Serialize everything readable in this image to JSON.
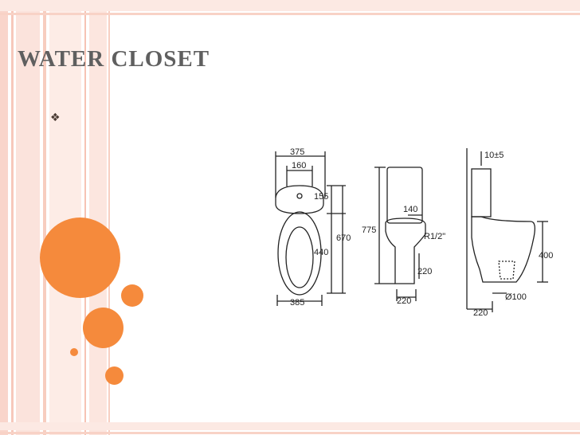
{
  "slide": {
    "title": "WATER CLOSET",
    "bullet_icon": "diamond-bullet-icon"
  },
  "drawing": {
    "front_view": {
      "width_top": "375",
      "width_inner": "160",
      "tank_height": "155",
      "bowl_height": "440",
      "total_height": "670",
      "base_width": "385"
    },
    "side_view": {
      "total_height": "775",
      "inlet": "140",
      "thread": "R1/2\"",
      "outlet_height": "220",
      "base_width": "220"
    },
    "profile_view": {
      "wall_gap": "10±5",
      "seat_height": "400",
      "outlet_dia": "Ø100",
      "outlet_offset": "220"
    }
  },
  "colors": {
    "accent": "#f58a3c",
    "stripe": "#f9d5cb",
    "title": "#5f5f5f"
  }
}
